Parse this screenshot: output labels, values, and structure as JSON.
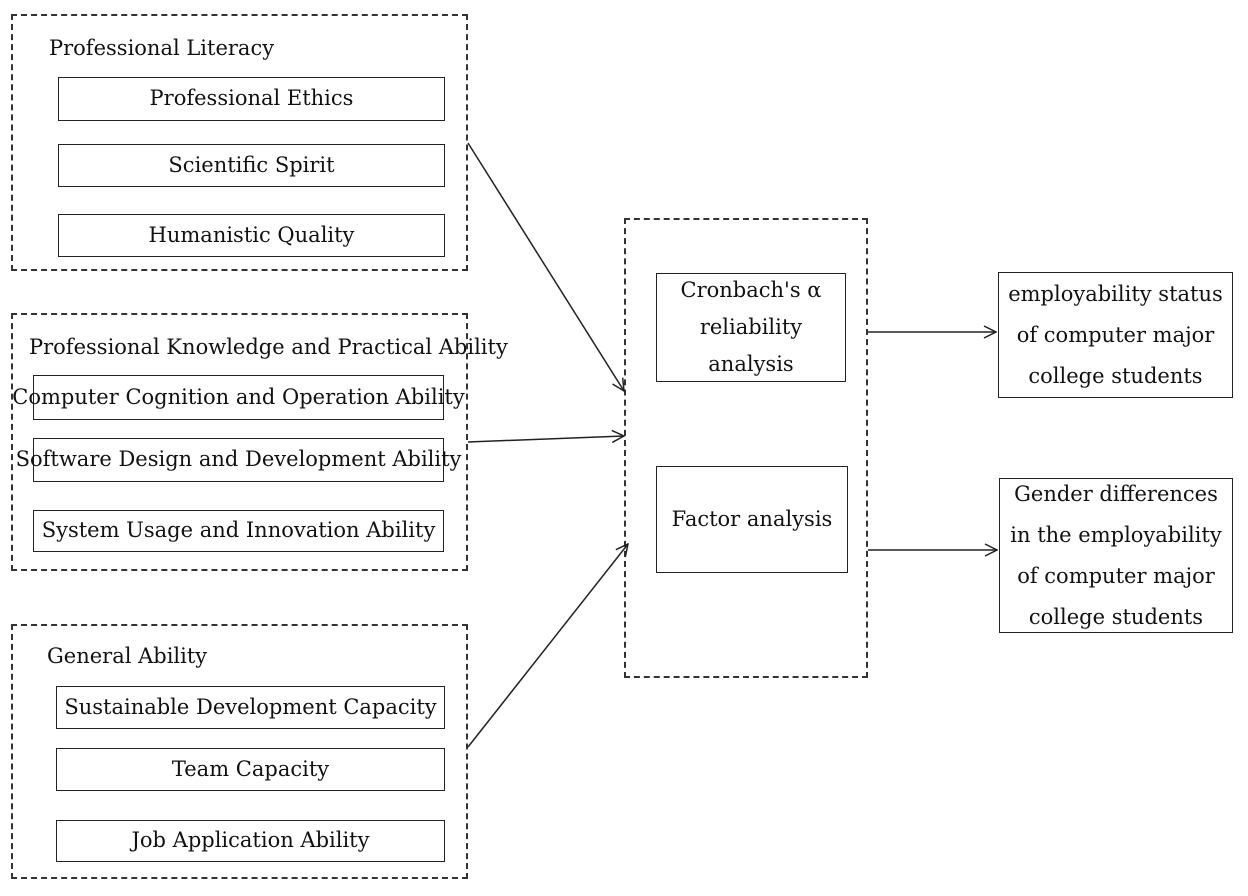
{
  "groups": {
    "literacy": {
      "title": "Professional Literacy",
      "items": [
        "Professional Ethics",
        "Scientific Spirit",
        "Humanistic Quality"
      ]
    },
    "knowledge": {
      "title": "Professional Knowledge and Practical Ability",
      "items": [
        "Computer Cognition and Operation Ability",
        "Software Design and Development Ability",
        "System Usage and Innovation Ability"
      ]
    },
    "general": {
      "title": "General Ability",
      "items": [
        "Sustainable Development Capacity",
        "Team Capacity",
        "Job Application Ability"
      ]
    }
  },
  "analysis": {
    "reliability": "Cronbach's α reliability analysis",
    "factor": "Factor analysis"
  },
  "outcomes": {
    "status": "employability status of computer major college students",
    "gender": "Gender differences in the employability of computer major college students"
  }
}
